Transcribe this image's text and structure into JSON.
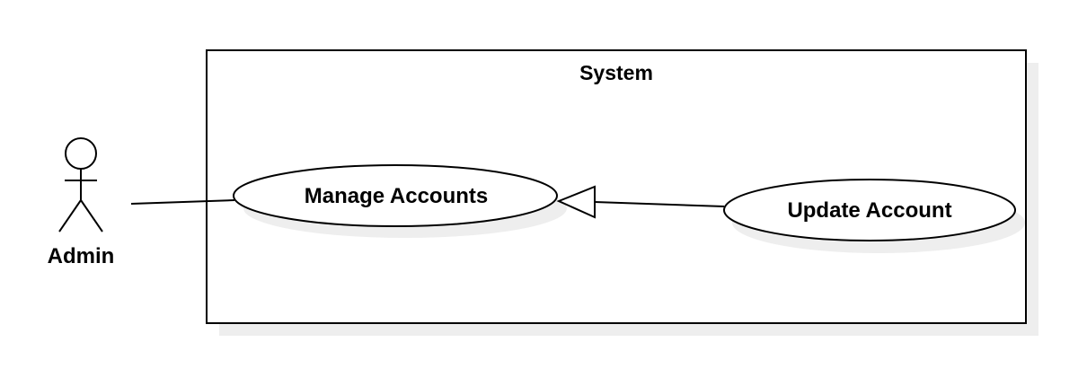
{
  "system": {
    "title": "System"
  },
  "actor": {
    "name": "Admin"
  },
  "use_cases": [
    {
      "label": "Manage Accounts"
    },
    {
      "label": "Update Account"
    }
  ],
  "relationships": [
    {
      "type": "association",
      "from": "Admin",
      "to": "Manage Accounts"
    },
    {
      "type": "generalization",
      "from": "Update Account",
      "to": "Manage Accounts"
    }
  ]
}
